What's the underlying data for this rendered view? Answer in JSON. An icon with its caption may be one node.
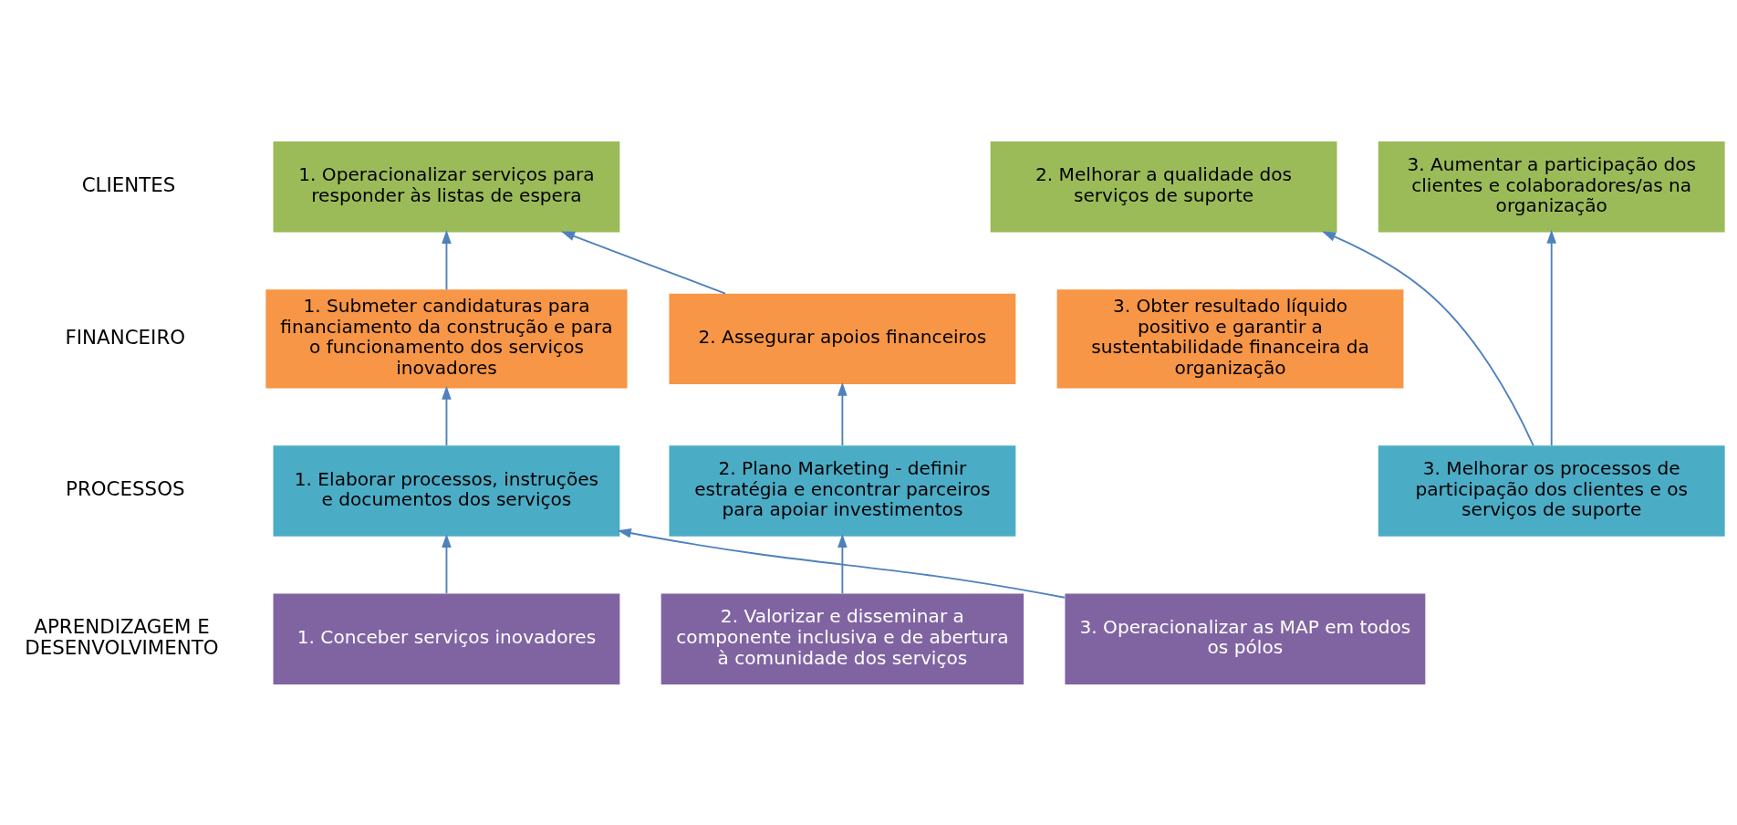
{
  "diagram": {
    "nodes": [
      {
        "text": [
          "1. Operacionalizar serviços para responder às listas de espera"
        ]
      },
      {
        "text": [
          "2. Melhorar a qualidade dos serviços de suporte"
        ]
      },
      {
        "text": [
          "3. Aumentar a participação dos clientes e colaboradores/as na organização"
        ]
      },
      {
        "text": [
          "1. Submeter candidaturas para financiamento da construção e para o funcionamento dos serviços inovadores"
        ]
      },
      {
        "text": [
          "2. Assegurar apoios financeiros"
        ]
      },
      {
        "text": [
          "3. Obter resultado líquido positivo e garantir a sustentabilidade financeira da organização"
        ]
      },
      {
        "text": [
          "1. Elaborar processos, instruções e documentos dos serviços"
        ]
      },
      {
        "text": [
          "2. Plano Marketing - definir estratégia e encontrar parceiros para apoiar investimentos"
        ]
      },
      {
        "text": [
          "3. Melhorar os processos de participação dos clientes e os serviços de suporte"
        ]
      },
      {
        "text": [
          "1. Conceber serviços inovadores"
        ]
      },
      {
        "text": [
          "2. Valorizar e disseminar a componente inclusiva e de abertura à comunidade dos serviços"
        ]
      },
      {
        "text": [
          "3. Operacionalizar as MAP em todos os pólos"
        ]
      }
    ],
    "edges": [
      {
        "from": 3,
        "to": 0,
        "arrow": "to"
      },
      {
        "from": 4,
        "to": 0,
        "arrow": "to"
      },
      {
        "from": 6,
        "to": 3,
        "arrow": "to"
      },
      {
        "from": 7,
        "to": 4,
        "arrow": "to"
      },
      {
        "from": 8,
        "to": 1,
        "arrow": "to"
      },
      {
        "from": 8,
        "to": 2,
        "arrow": "to"
      },
      {
        "from": 9,
        "to": 6,
        "arrow": "to"
      },
      {
        "from": 10,
        "to": 7,
        "arrow": "to"
      },
      {
        "from": 11,
        "to": 6,
        "arrow": "to"
      }
    ],
    "labels": [
      "CLIENTES",
      "FINANCEIRO",
      "PROCESSOS",
      "APRENDIZAGEM E DESENVOLVIMENTO"
    ]
  }
}
